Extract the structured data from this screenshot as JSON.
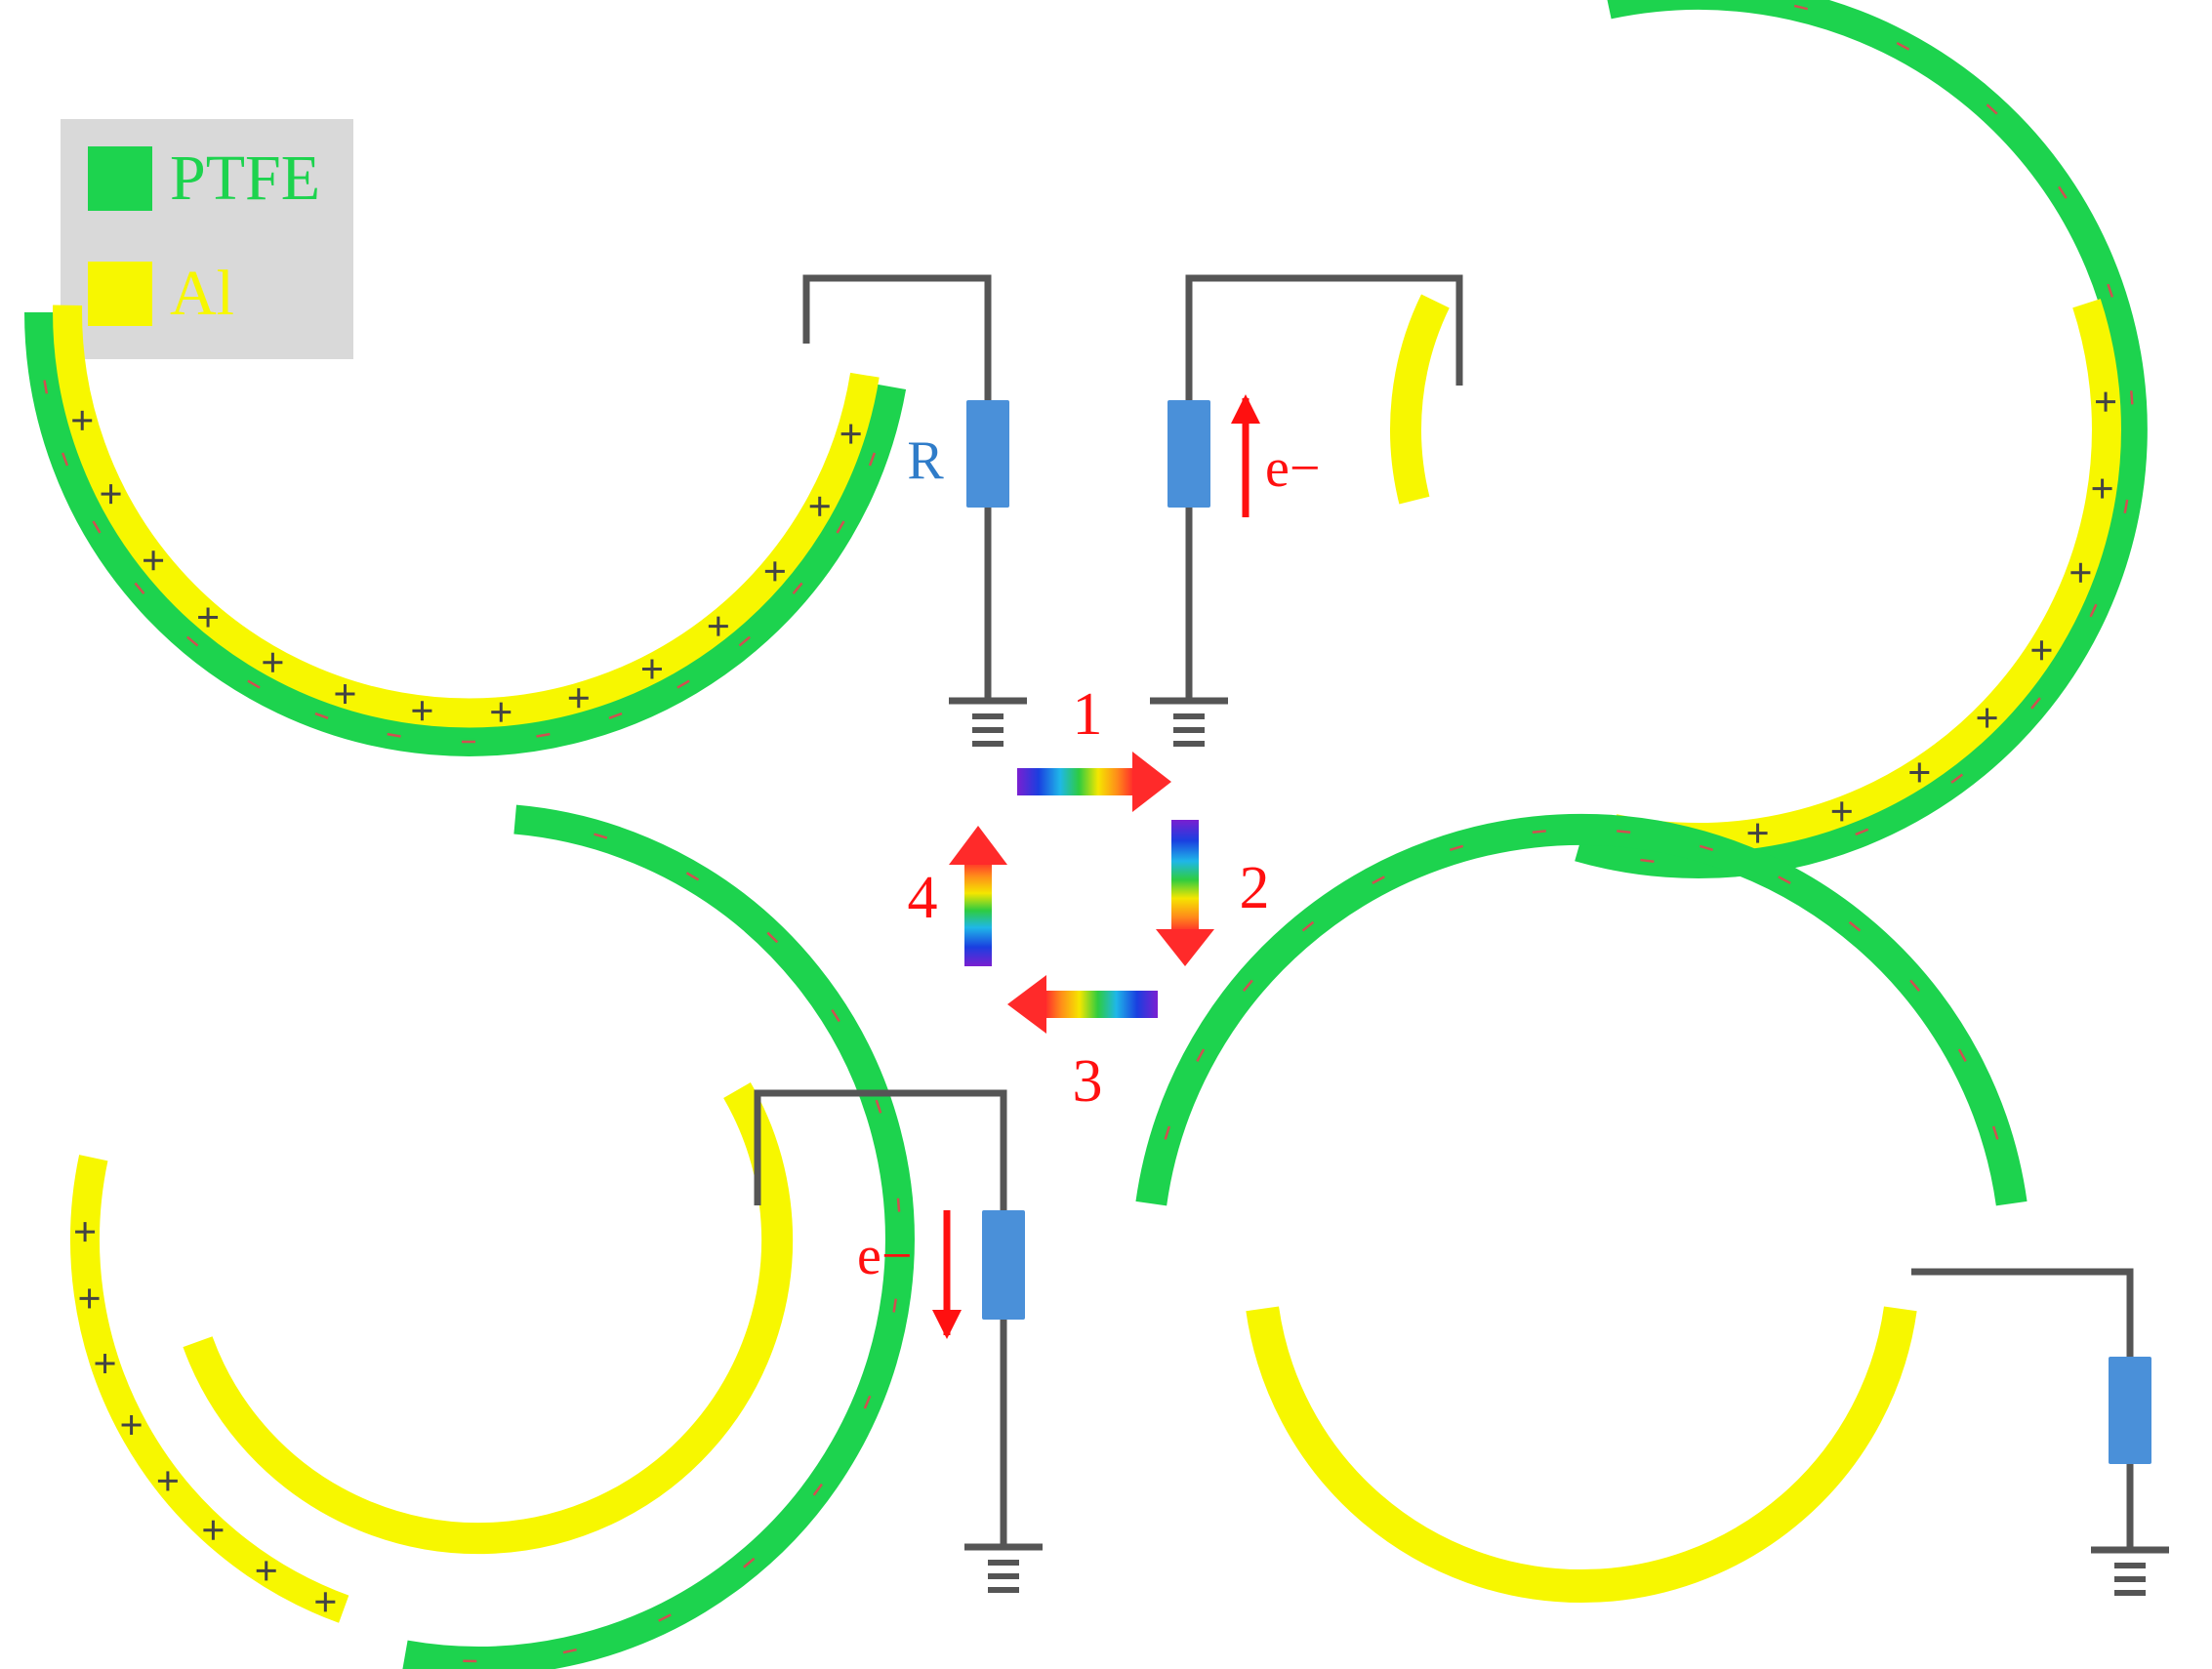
{
  "legend": {
    "ptfe": {
      "label": "PTFE",
      "color": "#1dd34e"
    },
    "al": {
      "label": "Al",
      "color": "#f7f700"
    }
  },
  "labels": {
    "resistor": "R",
    "electron": "e−",
    "steps": [
      "1",
      "2",
      "3",
      "4"
    ]
  },
  "colors": {
    "wire": "#555555",
    "resistor": "#4a90d9",
    "arrow": "#ff1010",
    "resistor_label": "#2f7cc9",
    "plus": "#444444",
    "minus": "#d05050"
  }
}
